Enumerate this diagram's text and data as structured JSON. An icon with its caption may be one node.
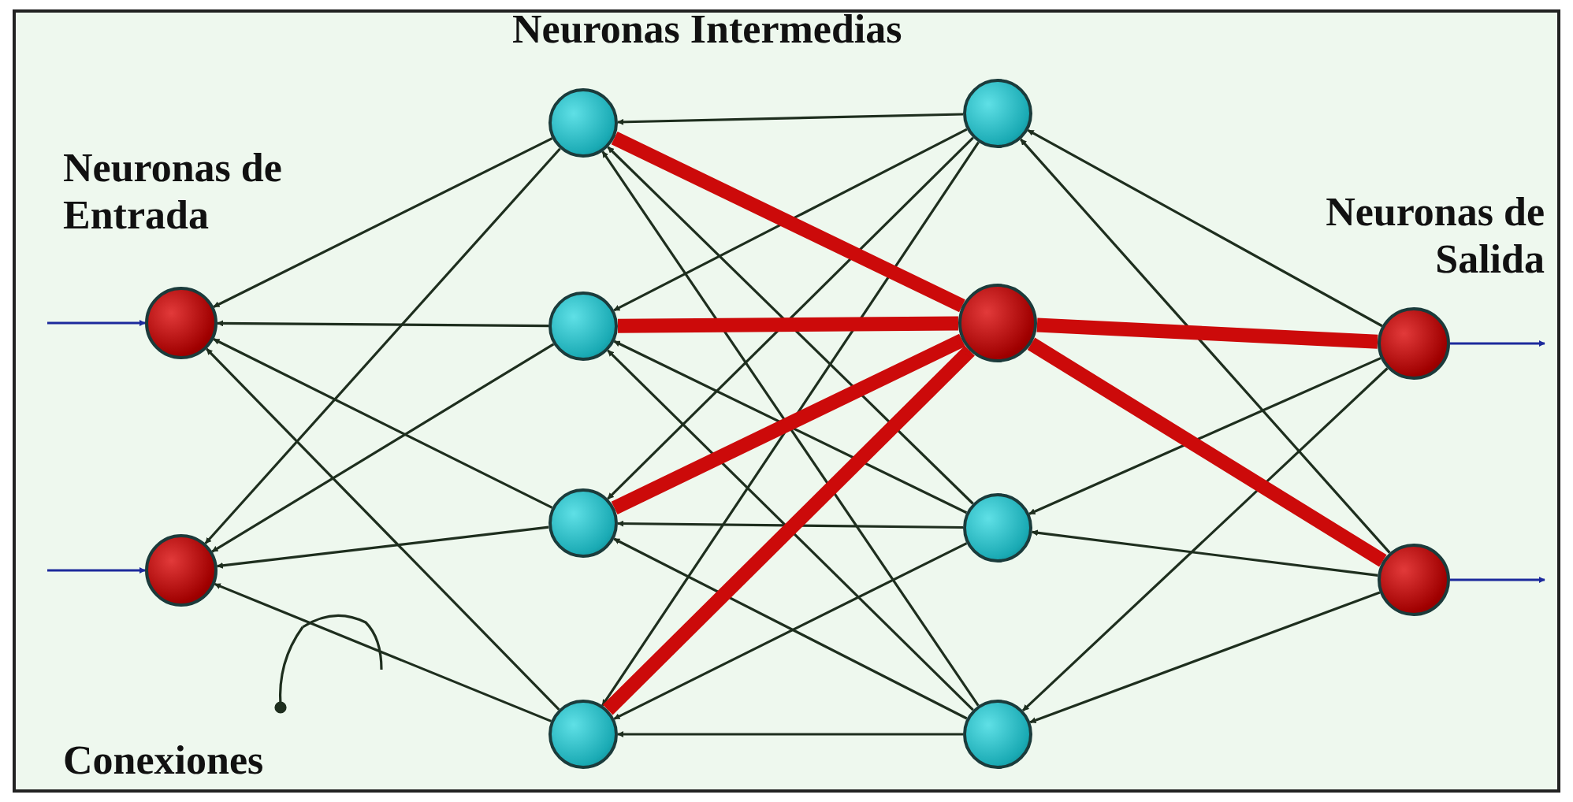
{
  "diagram": {
    "nodes": [
      {
        "text": [],
        "shape": "circle"
      },
      {
        "text": [],
        "shape": "circle"
      },
      {
        "text": [],
        "shape": "circle"
      },
      {
        "text": [],
        "shape": "circle"
      },
      {
        "text": [],
        "shape": "circle"
      },
      {
        "text": [],
        "shape": "circle"
      },
      {
        "text": [],
        "shape": "circle"
      },
      {
        "text": [],
        "shape": "circle"
      },
      {
        "text": [],
        "shape": "circle"
      },
      {
        "text": [],
        "shape": "circle"
      },
      {
        "text": [],
        "shape": "circle"
      },
      {
        "text": [],
        "shape": "circle"
      }
    ],
    "edges": [
      {
        "from": null,
        "to": 0,
        "arrow": "to",
        "color": "#1c2a9c"
      },
      {
        "from": null,
        "to": 1,
        "arrow": "to",
        "color": "#1c2a9c"
      },
      {
        "from": 2,
        "to": 0,
        "arrow": "to"
      },
      {
        "from": 2,
        "to": 1,
        "arrow": "to"
      },
      {
        "from": 3,
        "to": 0,
        "arrow": "to"
      },
      {
        "from": 3,
        "to": 1,
        "arrow": "to"
      },
      {
        "from": 4,
        "to": 0,
        "arrow": "to"
      },
      {
        "from": 4,
        "to": 1,
        "arrow": "to"
      },
      {
        "from": 5,
        "to": 0,
        "arrow": "to"
      },
      {
        "from": 5,
        "to": 1,
        "arrow": "to"
      },
      {
        "from": 6,
        "to": 2,
        "arrow": "to"
      },
      {
        "from": 6,
        "to": 3,
        "arrow": "to"
      },
      {
        "from": 6,
        "to": 4,
        "arrow": "to"
      },
      {
        "from": 6,
        "to": 5,
        "arrow": "to"
      },
      {
        "from": 2,
        "to": 7,
        "arrow": "to",
        "style": "thick",
        "color": "#cc0a0a"
      },
      {
        "from": 3,
        "to": 7,
        "arrow": "to",
        "style": "thick",
        "color": "#cc0a0a"
      },
      {
        "from": 4,
        "to": 7,
        "arrow": "to",
        "style": "thick",
        "color": "#cc0a0a"
      },
      {
        "from": 5,
        "to": 7,
        "arrow": "to",
        "style": "thick",
        "color": "#cc0a0a"
      },
      {
        "from": 8,
        "to": 2,
        "arrow": "to"
      },
      {
        "from": 8,
        "to": 3,
        "arrow": "to"
      },
      {
        "from": 8,
        "to": 4,
        "arrow": "to"
      },
      {
        "from": 8,
        "to": 5,
        "arrow": "to"
      },
      {
        "from": 9,
        "to": 2,
        "arrow": "to"
      },
      {
        "from": 9,
        "to": 3,
        "arrow": "to"
      },
      {
        "from": 9,
        "to": 4,
        "arrow": "to"
      },
      {
        "from": 9,
        "to": 5,
        "arrow": "to"
      },
      {
        "from": 10,
        "to": 6,
        "arrow": "to"
      },
      {
        "from": 11,
        "to": 6,
        "arrow": "to"
      },
      {
        "from": 7,
        "to": 10,
        "arrow": "to",
        "style": "thick",
        "color": "#cc0a0a"
      },
      {
        "from": 7,
        "to": 11,
        "arrow": "to",
        "style": "thick",
        "color": "#cc0a0a"
      },
      {
        "from": 10,
        "to": 8,
        "arrow": "to"
      },
      {
        "from": 11,
        "to": 8,
        "arrow": "to"
      },
      {
        "from": 10,
        "to": 9,
        "arrow": "to"
      },
      {
        "from": 11,
        "to": 9,
        "arrow": "to"
      },
      {
        "from": 10,
        "to": null,
        "arrow": "to",
        "color": "#1c2a9c"
      },
      {
        "from": 11,
        "to": null,
        "arrow": "to",
        "color": "#1c2a9c"
      }
    ],
    "labels": [
      "Neuronas Intermedias",
      "Neuronas de Entrada",
      "Neuronas de Salida",
      "Conexiones"
    ]
  }
}
